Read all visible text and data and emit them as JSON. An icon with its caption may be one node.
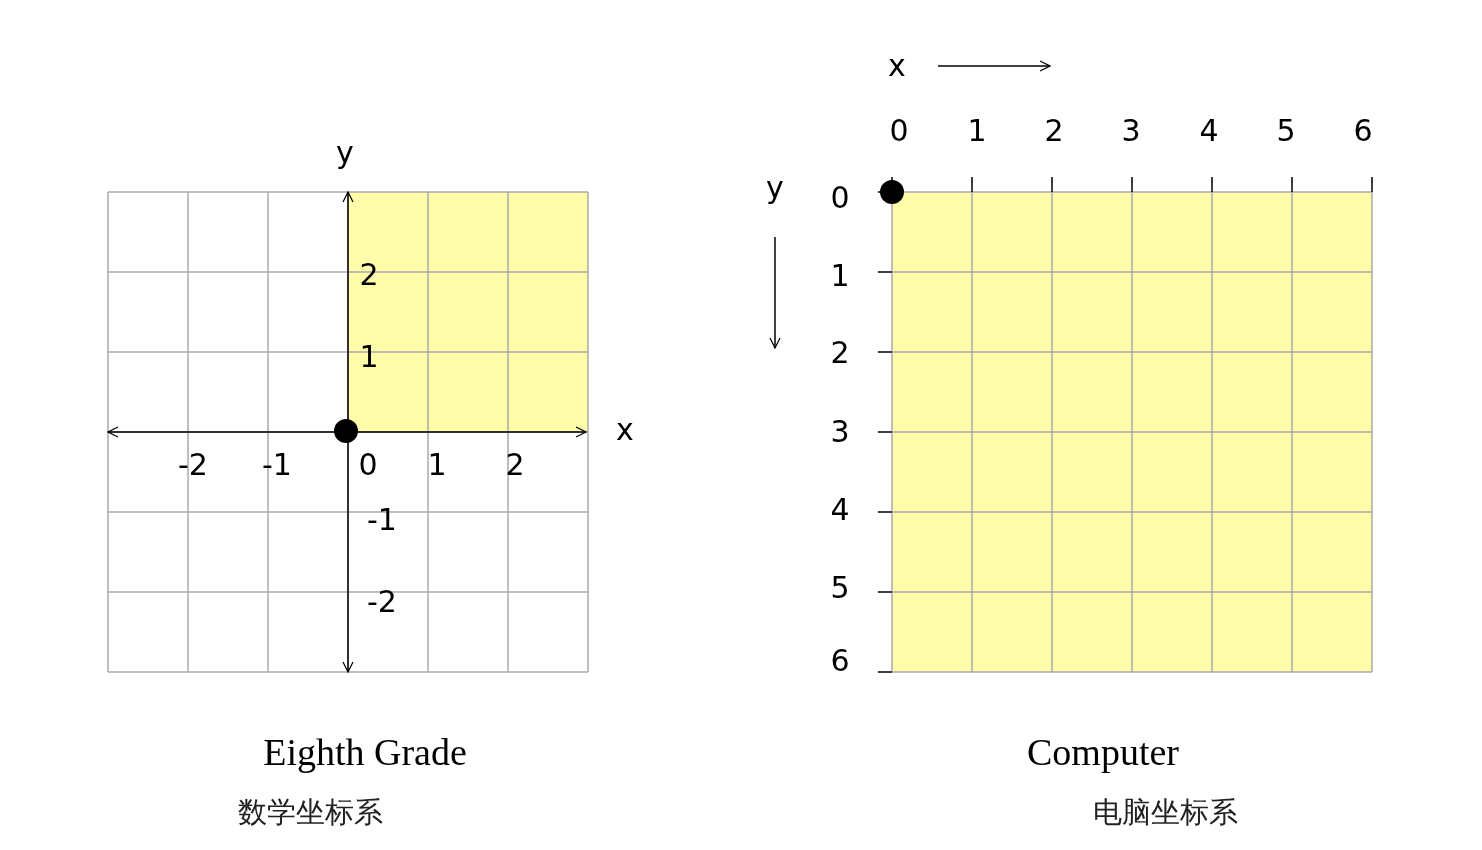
{
  "diagram": {
    "labels": [
      "y",
      "2",
      "1",
      "x",
      "-2",
      "-1",
      "0",
      "1",
      "2",
      "-1",
      "-2",
      "Eighth Grade",
      "数学坐标系",
      "x",
      "0",
      "1",
      "2",
      "3",
      "4",
      "5",
      "6",
      "y",
      "0",
      "1",
      "2",
      "3",
      "4",
      "5",
      "6",
      "Computer",
      "电脑坐标系"
    ]
  }
}
